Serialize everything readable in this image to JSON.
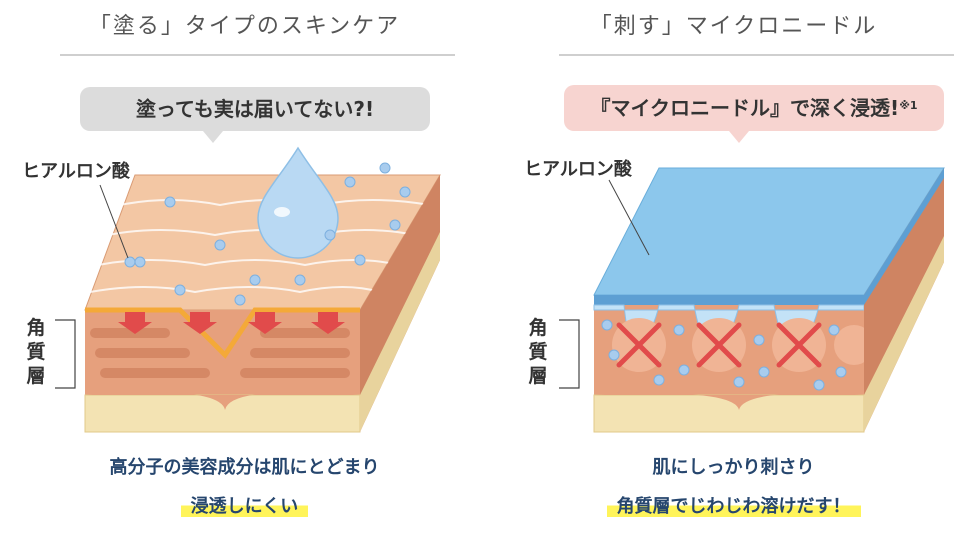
{
  "left": {
    "title": "「塗る」タイプのスキンケア",
    "bubble": "塗っても実は届いてない?!",
    "label_ha": "ヒアルロン酸",
    "label_layer": [
      "角",
      "質",
      "層"
    ],
    "caption_line1": "高分子の美容成分は肌にとどまり",
    "caption_line2": "浸透しにくい"
  },
  "right": {
    "title": "「刺す」マイクロニードル",
    "bubble": "『マイクロニードル』で深く浸透!",
    "bubble_note": "※1",
    "label_ha": "ヒアルロン酸",
    "label_layer": [
      "角",
      "質",
      "層"
    ],
    "caption_line1": "肌にしっかり刺さり",
    "caption_line2": "角質層でじわじわ溶けだす！"
  },
  "colors": {
    "caption_text": "#26466e",
    "highlight": "#fff45a",
    "left_bubble": "#dcdcdc",
    "right_bubble": "#f7d4d0",
    "skin_top": "#f3c7a4",
    "skin_side": "#e29a74",
    "dermis": "#f3e3b3",
    "arrow": "#e14b4b",
    "needle_top": "#8cc7ec"
  }
}
